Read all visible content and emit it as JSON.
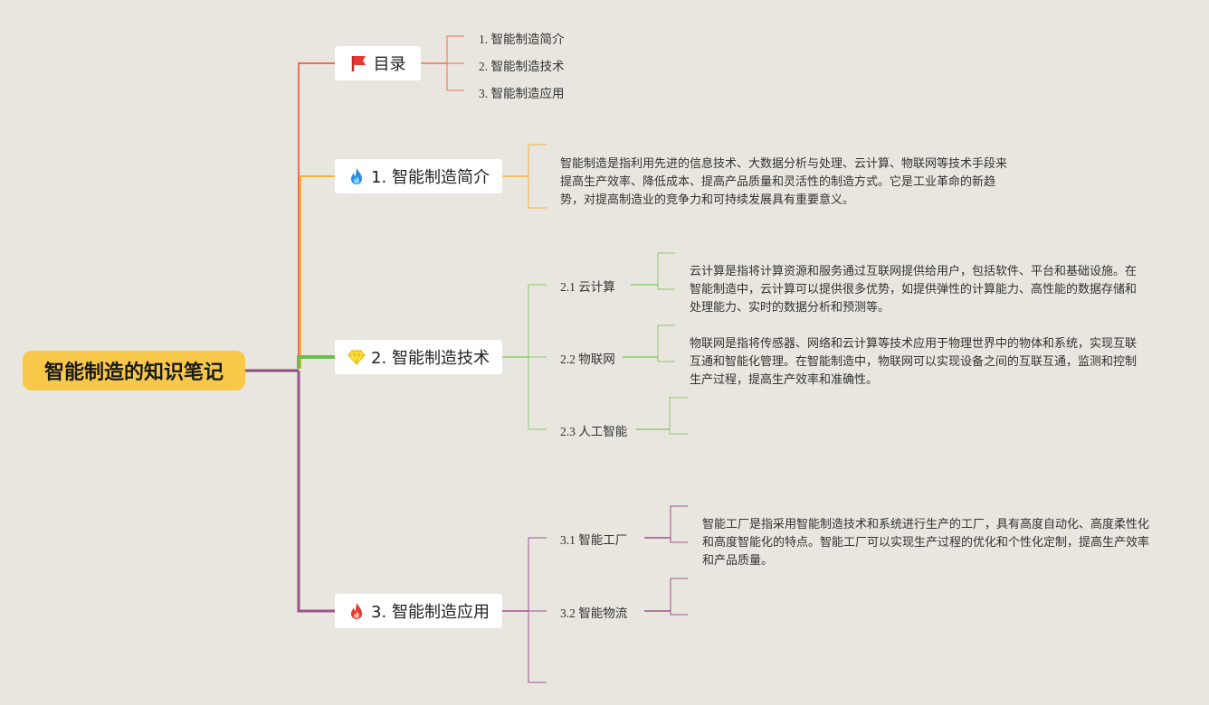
{
  "root": {
    "label": "智能制造的知识笔记"
  },
  "toc": {
    "label": "目录",
    "icon": "red-flag-icon",
    "items": [
      "1. 智能制造简介",
      "2. 智能制造技术",
      "3. 智能制造应用"
    ]
  },
  "intro": {
    "label": "1. 智能制造简介",
    "icon": "blue-flame-icon",
    "text": "智能制造是指利用先进的信息技术、大数据分析与处理、云计算、物联网等技术手段来提高生产效率、降低成本、提高产品质量和灵活性的制造方式。它是工业革命的新趋势，对提高制造业的竞争力和可持续发展具有重要意义。"
  },
  "tech": {
    "label": "2. 智能制造技术",
    "icon": "yellow-diamond-icon",
    "subs": [
      {
        "label": "2.1 云计算",
        "text": "云计算是指将计算资源和服务通过互联网提供给用户，包括软件、平台和基础设施。在智能制造中，云计算可以提供很多优势，如提供弹性的计算能力、高性能的数据存储和处理能力、实时的数据分析和预测等。"
      },
      {
        "label": "2.2 物联网",
        "text": "物联网是指将传感器、网络和云计算等技术应用于物理世界中的物体和系统，实现互联互通和智能化管理。在智能制造中，物联网可以实现设备之间的互联互通，监测和控制生产过程，提高生产效率和准确性。"
      },
      {
        "label": "2.3 人工智能",
        "text": ""
      }
    ]
  },
  "app": {
    "label": "3. 智能制造应用",
    "icon": "red-flame-icon",
    "subs": [
      {
        "label": "3.1 智能工厂",
        "text": "智能工厂是指采用智能制造技术和系统进行生产的工厂，具有高度自动化、高度柔性化和高度智能化的特点。智能工厂可以实现生产过程的优化和个性化定制，提高生产效率和产品质量。"
      },
      {
        "label": "3.2 智能物流",
        "text": ""
      }
    ]
  },
  "colors": {
    "root_fill": "#F7C84A",
    "toc": "#E8705E",
    "intro": "#F2B33D",
    "tech": "#8CCB6E",
    "tech_main": "#6BBE4A",
    "app": "#A0528F",
    "background": "#E8E6DE"
  }
}
